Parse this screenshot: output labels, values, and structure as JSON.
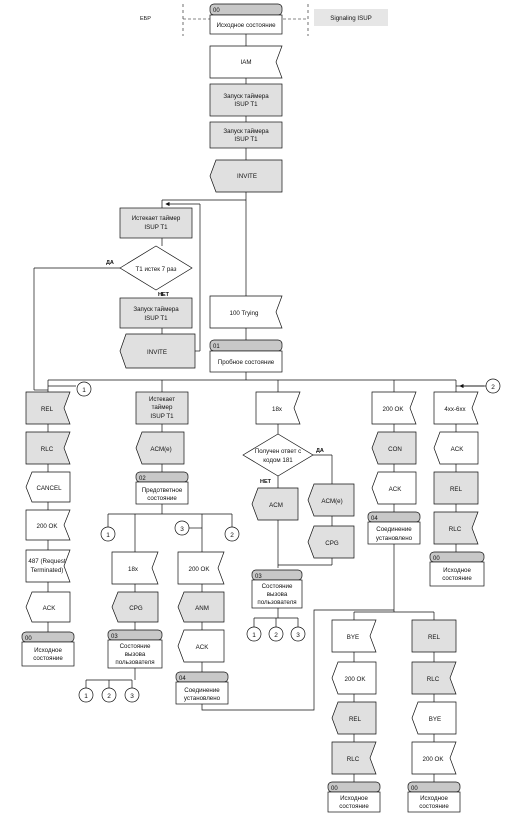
{
  "header": {
    "left_label": "ЕБР",
    "right_label": "Signaling ISUP"
  },
  "main": {
    "s00": "Исходное состояние",
    "iam": "IAM",
    "start_t1_a": [
      "Запуск таймера",
      "ISUP T1"
    ],
    "start_t1_b": [
      "Запуск таймера",
      "ISUP T1"
    ],
    "invite_top": "INVITE",
    "t1_expired": [
      "Истекает таймер",
      "ISUP T1"
    ],
    "t1_decision": "T1 истек 7 раз",
    "yes": "ДА",
    "no": "НЕТ",
    "start_t1_c": [
      "Запуск таймера",
      "ISUP T1"
    ],
    "invite_loop": "INVITE",
    "trying": "100 Trying",
    "s01_num": "01",
    "s01_text": "Пробное состояние"
  },
  "connectors": {
    "c1": "1",
    "c2": "2",
    "c3": "3"
  },
  "col1": {
    "rel": "REL",
    "rlc": "RLC",
    "cancel": "CANCEL",
    "ok200": "200 OK",
    "r487": [
      "487 (Request",
      "Terminated)"
    ],
    "ack": "ACK",
    "s00_num": "00",
    "s00_text": [
      "Исходное",
      "состояние"
    ]
  },
  "col2": {
    "t1exp": [
      "Истекает",
      "таймер",
      "ISUP T1"
    ],
    "acm": "ACM(e)",
    "s02_num": "02",
    "s02_text": [
      "Предответное",
      "состояние"
    ]
  },
  "sub2a": {
    "r18x": "18x",
    "cpg": "CPG",
    "s03_num": "03",
    "s03_text": [
      "Состояние",
      "вызова",
      "пользователя"
    ]
  },
  "sub2b": {
    "ok200": "200 OK",
    "anm": "ANM",
    "ack": "ACK",
    "s04_num": "04",
    "s04_text": [
      "Соединение",
      "установлено"
    ]
  },
  "col3": {
    "r18x": "18x",
    "decision": [
      "Получен ответ с",
      "кодом 181"
    ],
    "acm": "ACM",
    "acm_e": "ACM(e)",
    "cpg": "CPG",
    "s03_num": "03",
    "s03_text": [
      "Состояние",
      "вызова",
      "пользователя"
    ]
  },
  "col4": {
    "ok200": "200 OK",
    "con": "CON",
    "ack": "ACK",
    "s04_num": "04",
    "s04_text": [
      "Соединение",
      "установлено"
    ]
  },
  "col5": {
    "r4xx": "4xx-6xx",
    "ack": "ACK",
    "rel": "REL",
    "rlc": "RLC",
    "s00_num": "00",
    "s00_text": [
      "Исходное",
      "состояние"
    ]
  },
  "col6": {
    "bye": "BYE",
    "ok200": "200 OK",
    "rel": "REL",
    "rlc": "RLC",
    "s00_num": "00",
    "s00_text": [
      "Исходное",
      "состояние"
    ]
  },
  "col7": {
    "rel": "REL",
    "rlc": "RLC",
    "bye": "BYE",
    "ok200": "200 OK",
    "s00_num": "00",
    "s00_text": [
      "Исходное",
      "состояние"
    ]
  }
}
